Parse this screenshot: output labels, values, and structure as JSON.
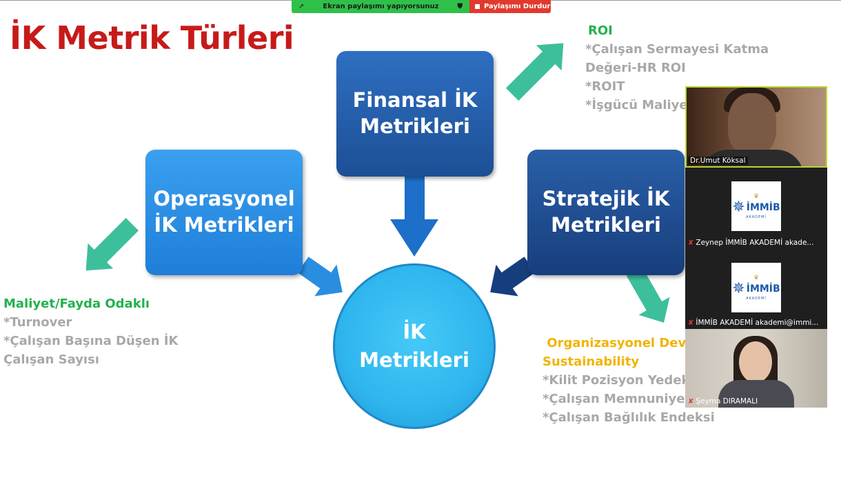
{
  "share_bar": {
    "status": "Ekran paylaşımı yapıyorsunuz",
    "stop": "Paylaşımı Durdur"
  },
  "slide": {
    "title": "İK Metrik Türleri",
    "boxes": {
      "finansal": [
        "Finansal İK",
        "Metrikleri"
      ],
      "operasyonel": [
        "Operasyonel",
        "İK Metrikleri"
      ],
      "stratejik": [
        "Stratejik İK",
        "Metrikleri"
      ],
      "center": [
        "İK",
        "Metrikleri"
      ]
    },
    "roi": {
      "heading": "ROI",
      "items": [
        "*Çalışan Sermayesi Katma",
        "Değeri-HR ROI",
        "*ROIT",
        "*İşgücü Maliye"
      ]
    },
    "maliyet": {
      "heading": "Maliyet/Fayda Odaklı",
      "items": [
        "*Turnover",
        "*Çalışan Başına Düşen İK",
        "Çalışan Sayısı"
      ]
    },
    "org": {
      "heading": " Organizasyonel Dev",
      "heading2": "Sustainability",
      "items": [
        "*Kilit Pozisyon Yedek",
        "*Çalışan Memnuniye",
        "*Çalışan Bağlılık Endeksi"
      ]
    }
  },
  "participants": [
    {
      "name": "Dr.Umut Köksal",
      "muted": false
    },
    {
      "name": "Zeynep İMMİB AKADEMİ akade...",
      "muted": true
    },
    {
      "name": "İMMİB AKADEMİ akademi@immi...",
      "muted": true
    },
    {
      "name": "Şeyma DIRAMALI",
      "muted": true
    }
  ],
  "logo": {
    "word": "İMMİB",
    "sub": "AKADEMİ"
  },
  "icons": {
    "arrow_color": "#3dbf9c",
    "arrow_dark": "#1d6fc9",
    "arrow_navy": "#173e7c",
    "shield": "shield-icon",
    "stop": "stop-icon",
    "mute": "mic-muted-icon"
  }
}
